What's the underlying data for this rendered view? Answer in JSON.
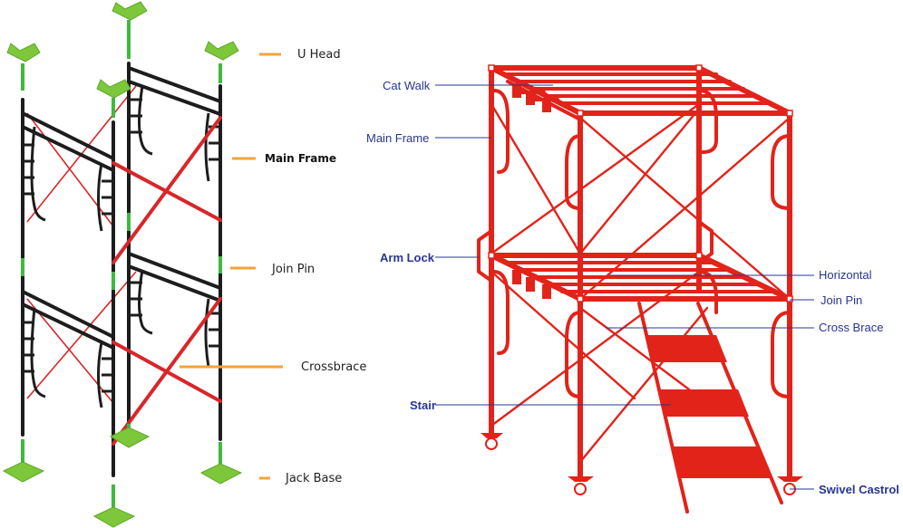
{
  "colors": {
    "left_frame": "#1d1d1d",
    "left_brace": "#d9262a",
    "left_pin": "#3fba3f",
    "left_pad": "#7dc73b",
    "left_leader": "#f2a33a",
    "right_frame": "#e2231a",
    "right_label": "#283593"
  },
  "left_diagram": {
    "labels": {
      "u_head": "U Head",
      "main_frame": "Main Frame",
      "join_pin": "Join Pin",
      "crossbrace": "Crossbrace",
      "jack_base": "Jack Base"
    }
  },
  "right_diagram": {
    "labels": {
      "cat_walk": "Cat Walk",
      "main_frame": "Main Frame",
      "arm_lock": "Arm Lock",
      "horizontal": "Horizontal",
      "join_pin": "Join Pin",
      "cross_brace": "Cross Brace",
      "stair": "Stair",
      "swivel_castrol": "Swivel Castrol"
    }
  }
}
